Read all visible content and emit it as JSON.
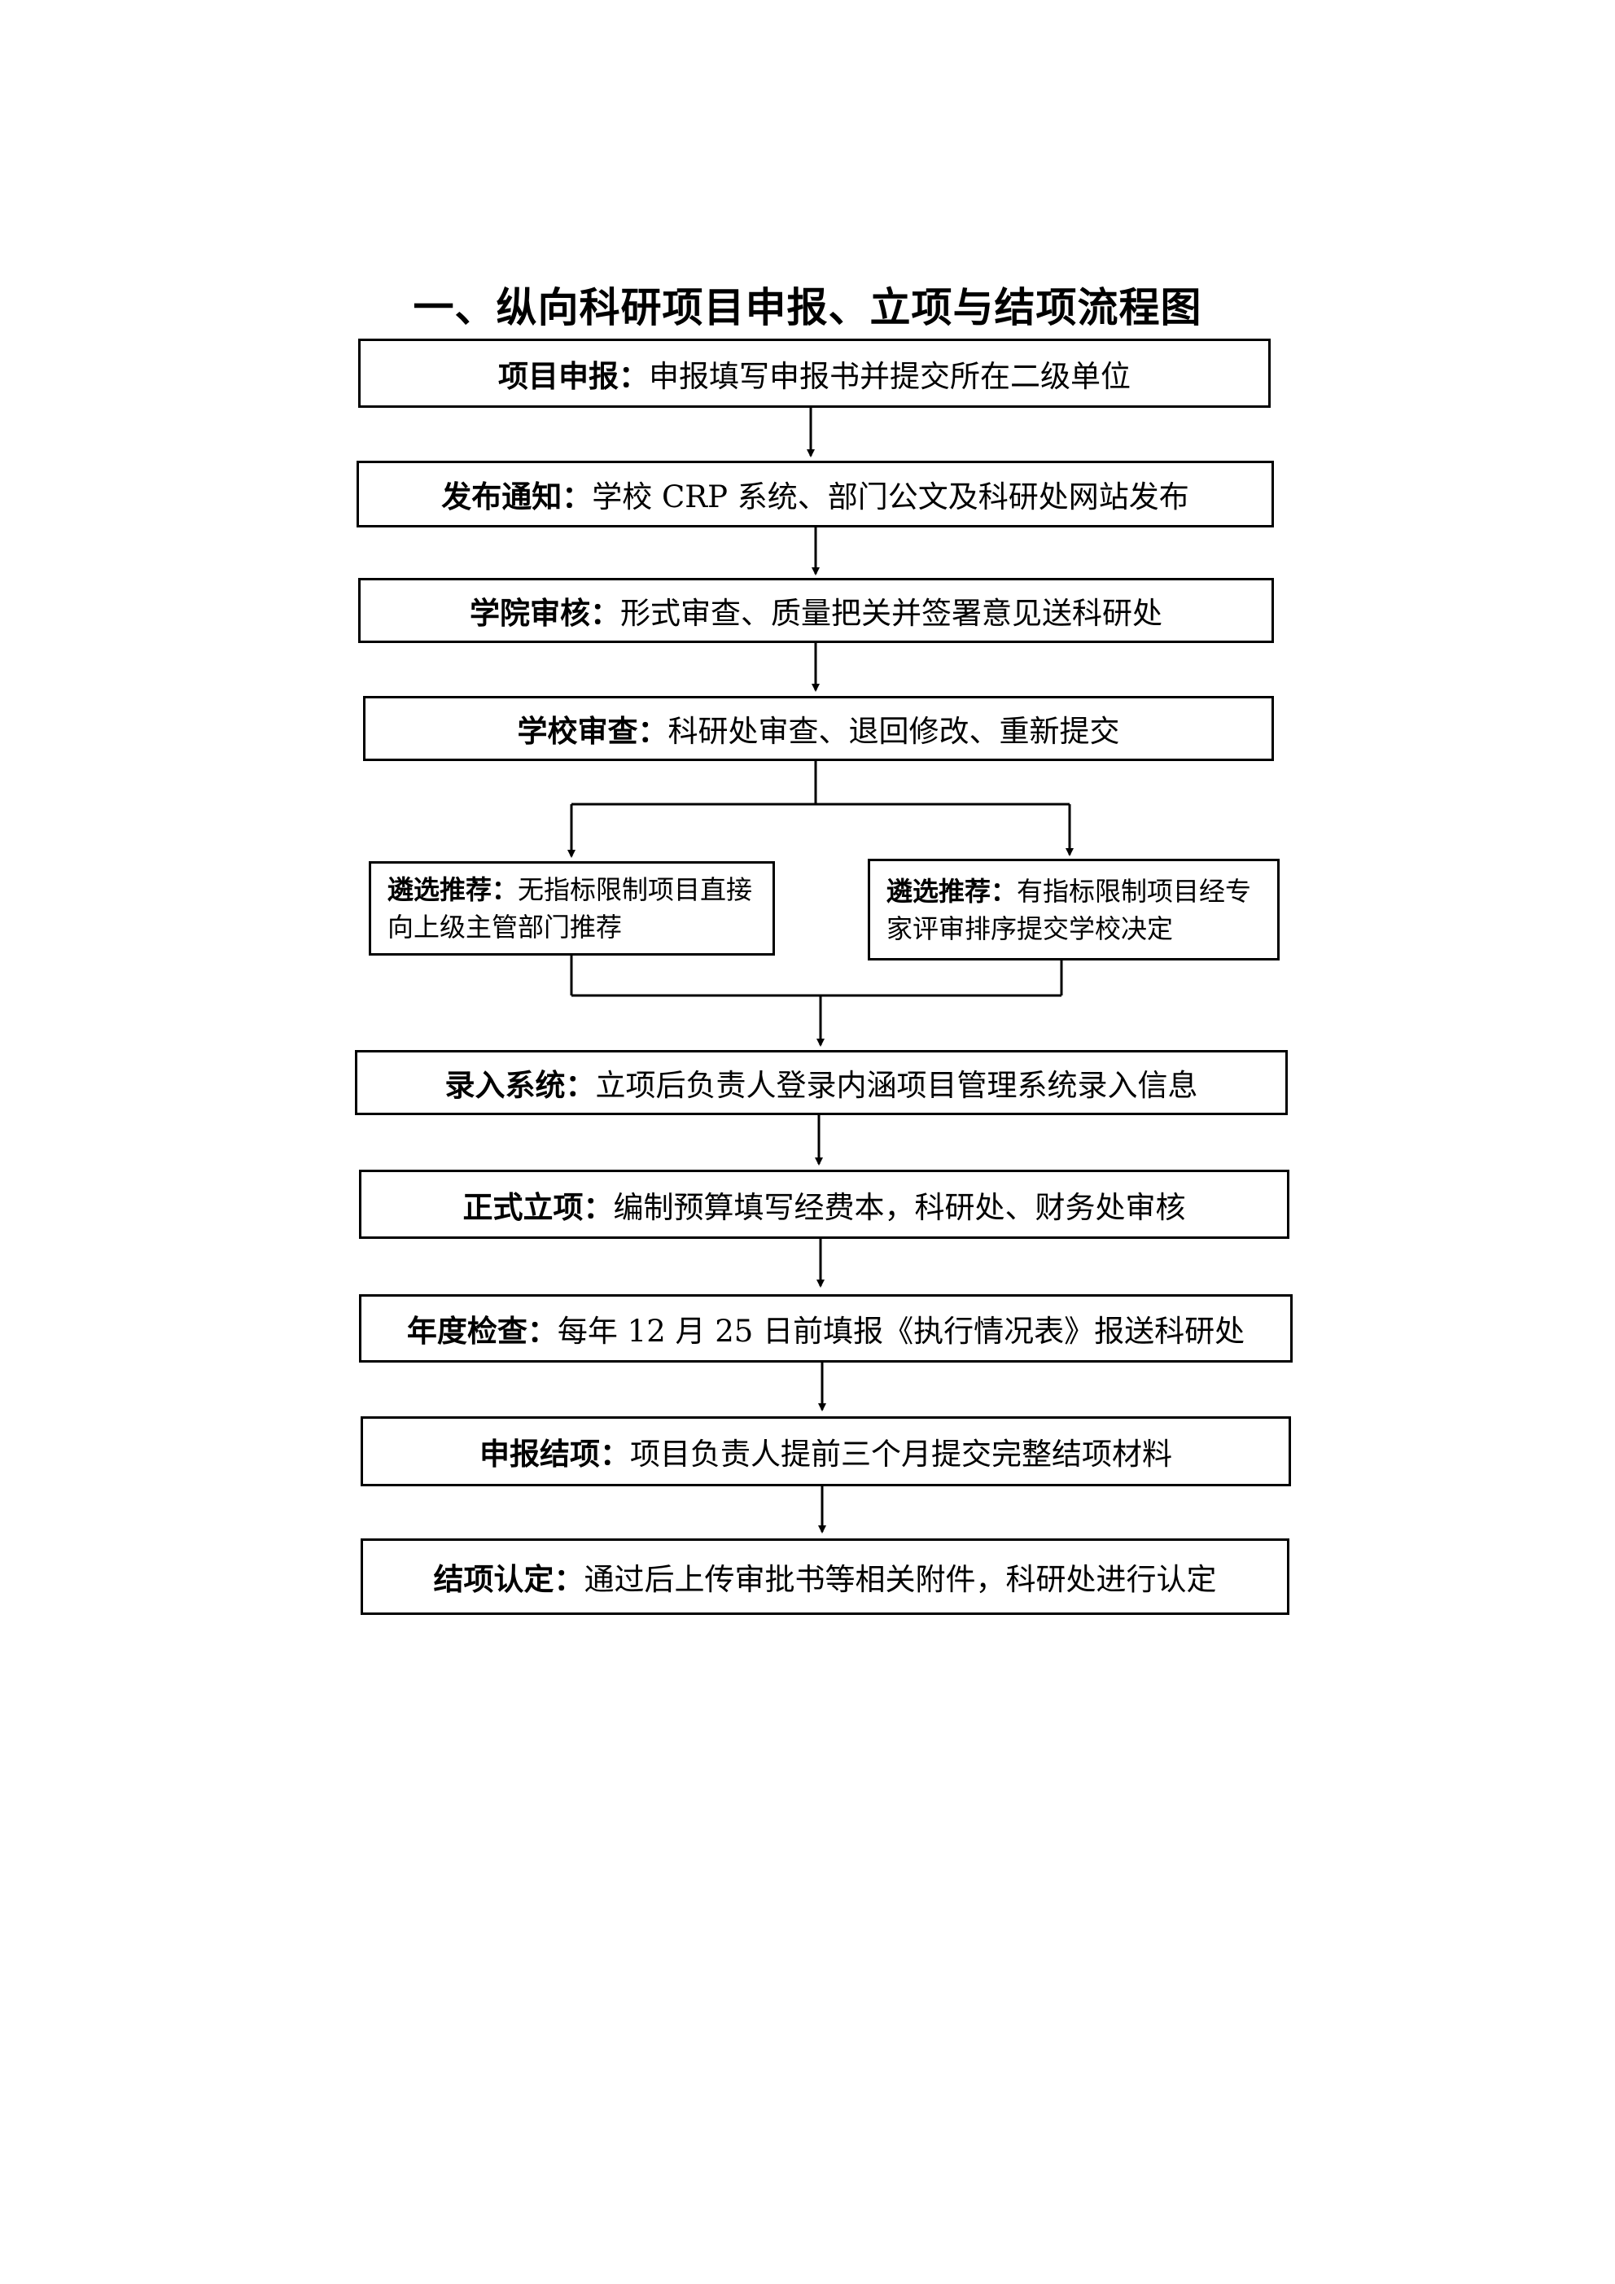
{
  "title": "一、纵向科研项目申报、立项与结项流程图",
  "steps": [
    {
      "label": "项目申报：",
      "text": "申报填写申报书并提交所在二级单位"
    },
    {
      "label": "发布通知：",
      "text": "学校 CRP 系统、部门公文及科研处网站发布"
    },
    {
      "label": "学院审核：",
      "text": "形式审查、质量把关并签署意见送科研处"
    },
    {
      "label": "学校审查：",
      "text": "科研处审查、退回修改、重新提交"
    }
  ],
  "branches": [
    {
      "label": "遴选推荐：",
      "text": "无指标限制项目直接向上级主管部门推荐"
    },
    {
      "label": "遴选推荐：",
      "text": "有指标限制项目经专家评审排序提交学校决定"
    }
  ],
  "steps_after": [
    {
      "label": "录入系统：",
      "text": "立项后负责人登录内涵项目管理系统录入信息"
    },
    {
      "label": "正式立项：",
      "text": "编制预算填写经费本，科研处、财务处审核"
    },
    {
      "label": "年度检查：",
      "text": "每年 12 月 25 日前填报《执行情况表》报送科研处"
    },
    {
      "label": "申报结项：",
      "text": "项目负责人提前三个月提交完整结项材料"
    },
    {
      "label": "结项认定：",
      "text": "通过后上传审批书等相关附件，科研处进行认定"
    }
  ]
}
